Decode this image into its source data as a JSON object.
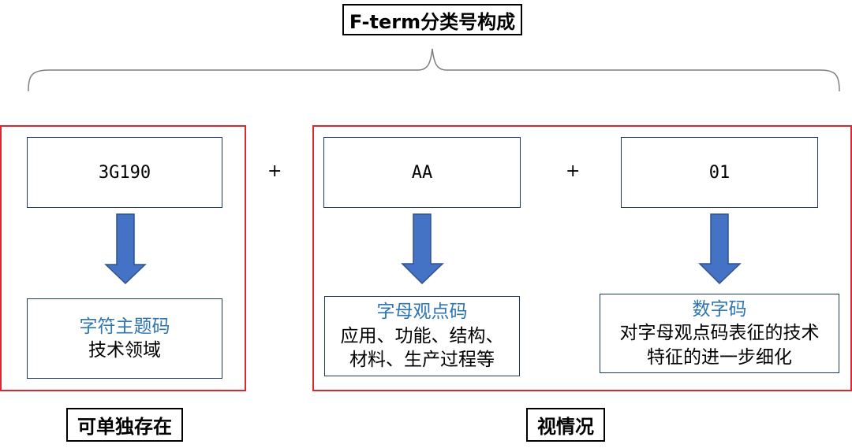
{
  "title": "F-term分类号构成",
  "operator": "+",
  "theme_code": {
    "code": "3G190",
    "name": "字符主题码",
    "description": "技术领域",
    "note": "可单独存在"
  },
  "viewpoint_code": {
    "code": "AA",
    "name": "字母观点码",
    "description_lines": [
      "应用、功能、结构、",
      "材料、生产过程等"
    ]
  },
  "figure_code": {
    "code": "01",
    "name": "数字码",
    "description_lines": [
      "对字母观点码表征的技术",
      "特征的进一步细化"
    ]
  },
  "conditional_note": "视情况",
  "colors": {
    "frame": "#d9282f",
    "arrow": "#4472c4",
    "highlight_text": "#2e75b6",
    "box_border": "#1f3763"
  }
}
